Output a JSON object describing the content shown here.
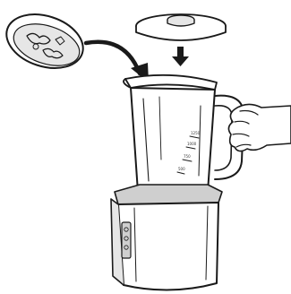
{
  "illustration": {
    "steps": [
      "pour-ingredients",
      "place-lid"
    ],
    "colors": {
      "ink": "#1a1a1a",
      "shade": "#cfcfcf",
      "light": "#e6e6e6",
      "background": "#ffffff"
    }
  },
  "jug_marks": [
    "1250",
    "1000",
    "750",
    "500"
  ]
}
